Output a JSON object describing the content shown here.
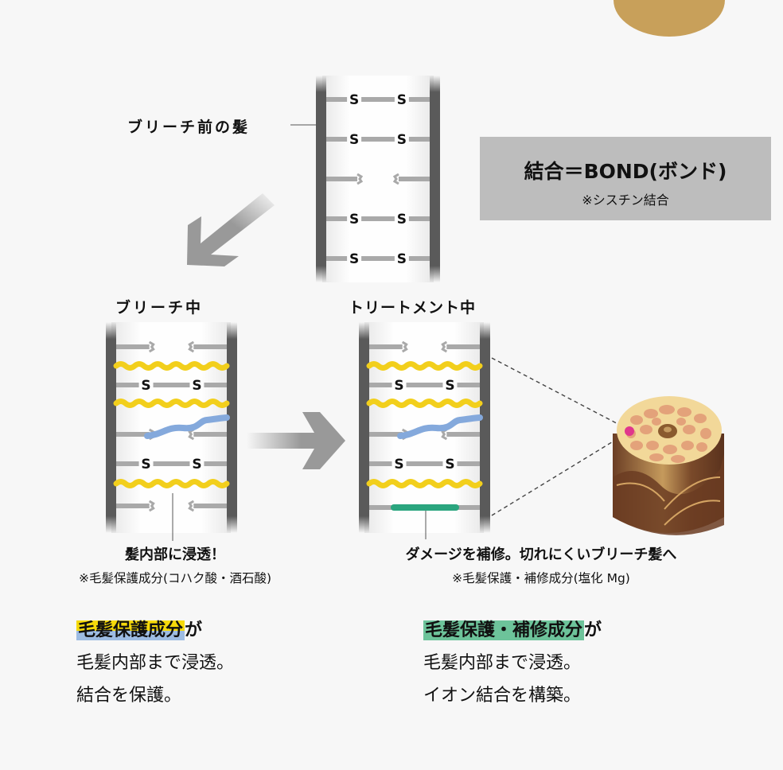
{
  "labels": {
    "before": "ブリーチ前の髪",
    "during_bleach": "ブリーチ中",
    "during_treatment": "トリートメント中"
  },
  "bond_box": {
    "title": "結合＝BOND(ボンド)",
    "subtitle": "※シスチン結合"
  },
  "bond_symbol": "S",
  "left_caption": {
    "main": "髪内部に浸透！",
    "sub": "※毛髪保護成分(コハク酸・酒石酸)"
  },
  "right_caption": {
    "main": "ダメージを補修。切れにくいブリーチ髪へ",
    "sub": "※毛髪保護・補修成分(塩化 Mg)"
  },
  "left_text": {
    "highlight": "毛髪保護成分",
    "line1_rest": "が",
    "line2": "毛髪内部まで浸透。",
    "line3": "結合を保護。"
  },
  "right_text": {
    "highlight": "毛髪保護・補修成分",
    "line1_rest": "が",
    "line2": "毛髪内部まで浸透。",
    "line3": "イオン結合を構築。"
  },
  "colors": {
    "rail": "#5a5a5a",
    "bond": "#a9a9a9",
    "yellow_chain": "#f2cf1c",
    "blue_chain": "#84a9dc",
    "green_bond": "#2aa57e",
    "highlight_yellow": "#f5d90a",
    "highlight_blue": "#9dbce3",
    "highlight_green": "#6dc39a",
    "bond_box_bg": "#bdbdbd",
    "pink_dot": "#e0368c"
  }
}
